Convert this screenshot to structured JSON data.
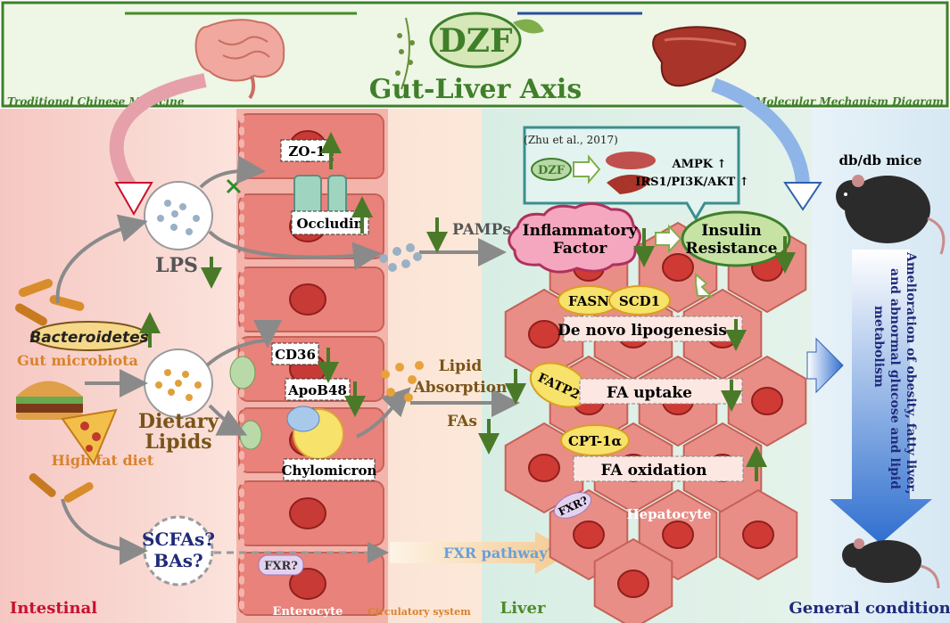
{
  "header": {
    "brand": "DZF",
    "title": "Gut-Liver Axis",
    "left_caption": "Troditional Chinese Medicine",
    "right_caption": "Molecular Mechanism Diagram"
  },
  "sections": {
    "intestinal": "Intestinal",
    "enterocyte": "Enterocyte",
    "circulatory": "Circulatory system",
    "liver": "Liver",
    "general": "General condition"
  },
  "intestine": {
    "zo1": "ZO-1",
    "occludin": "Occludin",
    "lps": "LPS",
    "bacteroidetes": "Bacteroidetes",
    "gut_microbiota": "Gut microbiota",
    "dietary_lipids_1": "Dietary",
    "dietary_lipids_2": "Lipids",
    "high_fat_diet": "High fat diet",
    "cd36": "CD36",
    "apob48": "ApoB48",
    "chylomicron": "Chylomicron",
    "scfas": "SCFAs?",
    "bas": "BAs?",
    "fxr_entero": "FXR?"
  },
  "circulation": {
    "pamps": "PAMPs",
    "lipid_absorption_1": "Lipid",
    "lipid_absorption_2": "Absorption",
    "fas": "FAs",
    "fxr_pathway": "FXR pathway?"
  },
  "liver": {
    "citation": "(Zhu et al., 2017)",
    "dzf_small": "DZF",
    "ampk": "AMPK ↑",
    "irs1": "IRS1/PI3K/AKT ↑",
    "inflammatory_1": "Inflammatory",
    "inflammatory_2": "Factor",
    "insulin_1": "Insulin",
    "insulin_2": "Resistance",
    "fasn": "FASN",
    "scd1": "SCD1",
    "de_novo": "De novo lipogenesis",
    "fatp2": "FATP2",
    "fa_uptake": "FA uptake",
    "cpt1a": "CPT-1α",
    "fa_oxidation": "FA oxidation",
    "fxr_liver": "FXR?",
    "hepatocyte": "Hepatocyte"
  },
  "general": {
    "mice_label": "db/db mice",
    "outcome_1": "Amelioration of obesity, fatty liver,",
    "outcome_2": "and abnormal glucose and lipid",
    "outcome_3": "metabolism"
  },
  "colors": {
    "header_green": "#3f7f2a",
    "intestinal_red": "#c8102e",
    "liver_green": "#4c8c2b",
    "general_navy": "#1f2a7a",
    "enterocyte_fill": "#e8827a",
    "hepatocyte_fill": "#e98e86",
    "arrow_green": "#4a7a28"
  }
}
